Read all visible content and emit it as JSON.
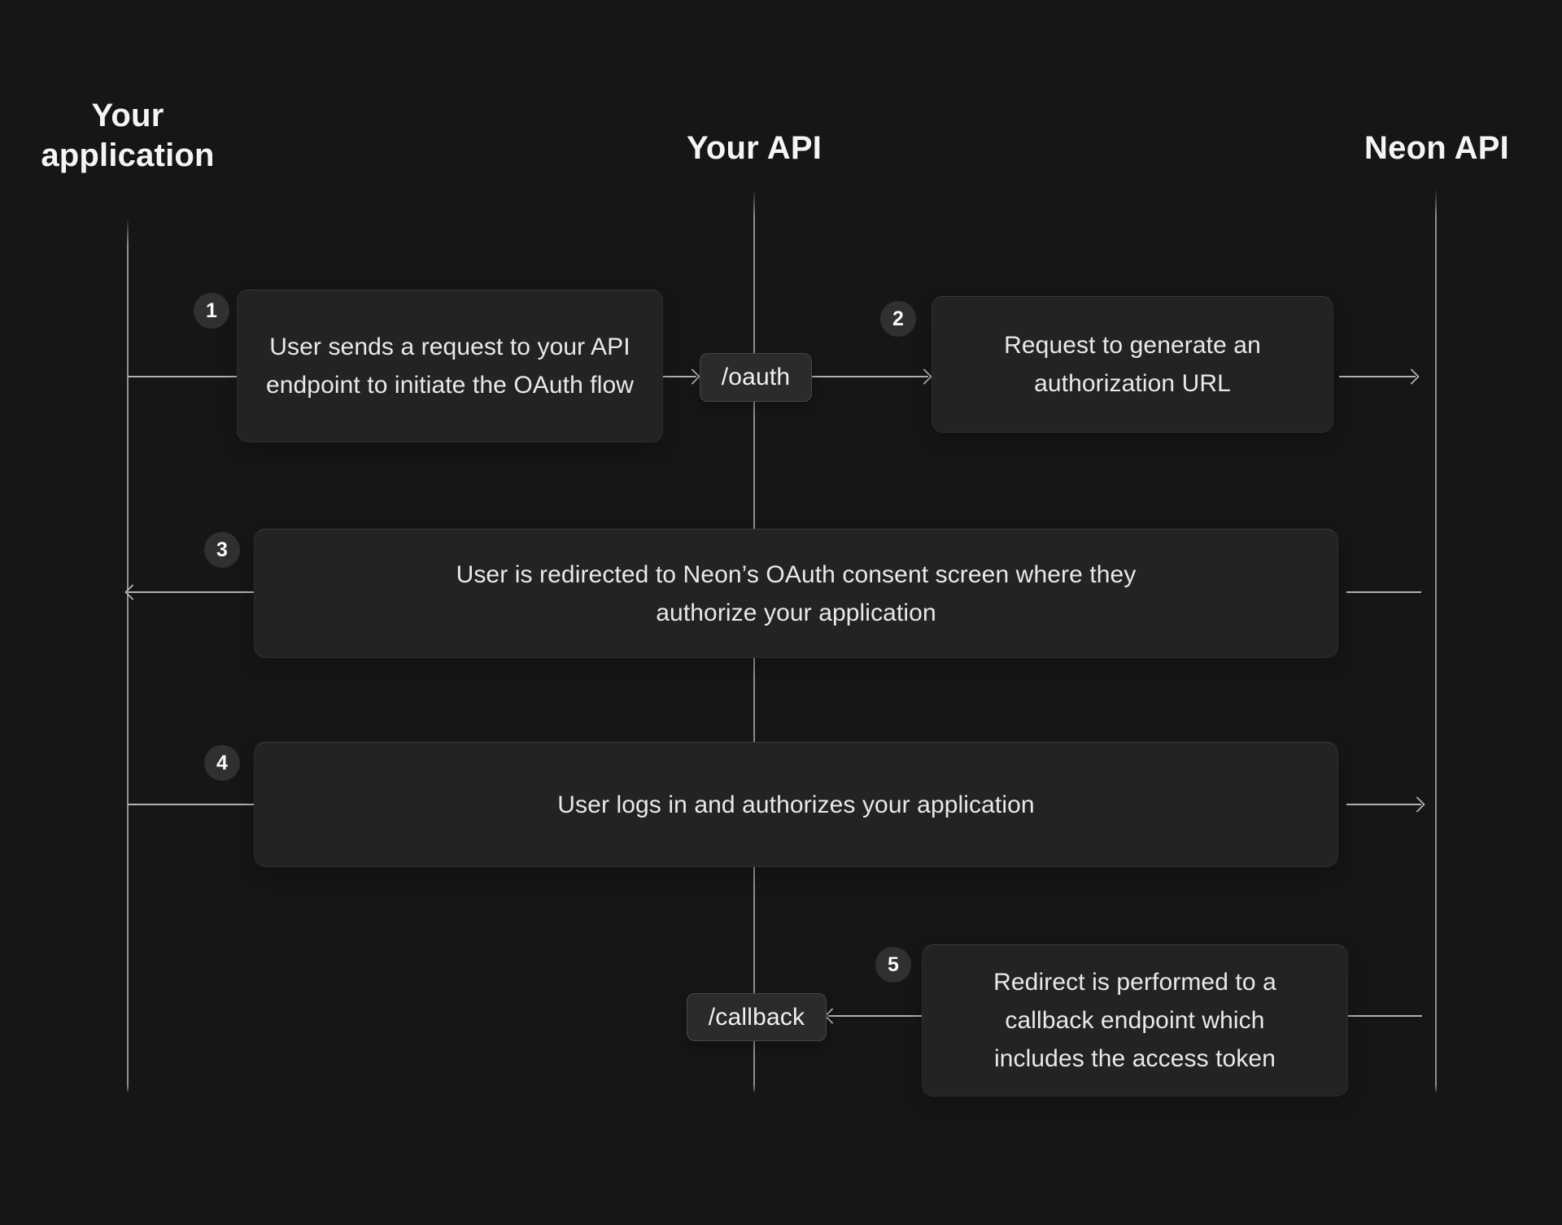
{
  "colors": {
    "bg": "#161616",
    "box-bg": "#232323",
    "box-border": "#2d2d2d",
    "box-border-top": "#3c3c3c",
    "box-text": "#e9e9e9",
    "chip-bg": "#2b2b2b",
    "chip-border": "#474747",
    "chip-text": "#f0f0f0",
    "circle-bg": "#303030",
    "circle-text": "#fafafa",
    "line": "#b3b3b3",
    "lifeline": "#8f8f8f",
    "heading": "#f5f5f5"
  },
  "lanes": [
    {
      "label": "Your application"
    },
    {
      "label": "Your API"
    },
    {
      "label": "Neon API"
    }
  ],
  "endpoints": [
    {
      "label": "/oauth"
    },
    {
      "label": "/callback"
    }
  ],
  "steps": [
    {
      "num": "1",
      "text": "User sends a request to your API endpoint to initiate the OAuth flow"
    },
    {
      "num": "2",
      "text": "Request to generate an authorization URL"
    },
    {
      "num": "3",
      "text": "User is redirected to Neon’s OAuth consent screen where they authorize your application"
    },
    {
      "num": "4",
      "text": "User logs in and authorizes your application"
    },
    {
      "num": "5",
      "text": "Redirect is performed to a callback endpoint which includes the access token"
    }
  ]
}
